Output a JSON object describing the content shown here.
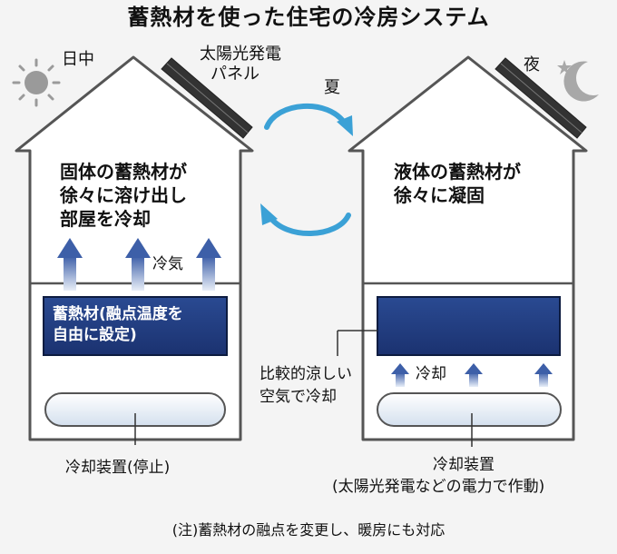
{
  "title": "蓄熱材を使った住宅の冷房システム",
  "left_house": {
    "time_label": "日中",
    "main_text_1": "固体の蓄熱材が",
    "main_text_2": "徐々に溶け出し",
    "main_text_3": "部屋を冷却",
    "cool_air_label": "冷気",
    "storage_label_1": "蓄熱材(融点温度を",
    "storage_label_2": "自由に設定)",
    "cooler_label": "冷却装置(停止)"
  },
  "solar_panel_label_1": "太陽光発電",
  "solar_panel_label_2": "パネル",
  "cycle_label": "夏",
  "right_house": {
    "time_label": "夜",
    "main_text_1": "液体の蓄熱材が",
    "main_text_2": "徐々に凝固",
    "cool_air_label": "冷却",
    "air_label_1": "比較的涼しい",
    "air_label_2": "空気で冷却",
    "cooler_label_1": "冷却装置",
    "cooler_label_2": "(太陽光発電などの電力で作動)"
  },
  "footnote": "(注)蓄熱材の融点を変更し、暖房にも対応",
  "colors": {
    "house_outline": "#555555",
    "storage_fill": "#1f3a7a",
    "cycle_arrow": "#3ba1d6",
    "air_arrow": "#9fb3d6",
    "sun": "#9a9a9a",
    "panel": "#333333"
  },
  "icons": [
    "sun-icon",
    "moon-icon",
    "star-icon",
    "solar-panel-icon",
    "cycle-arrow-icon",
    "air-up-arrow-icon"
  ]
}
